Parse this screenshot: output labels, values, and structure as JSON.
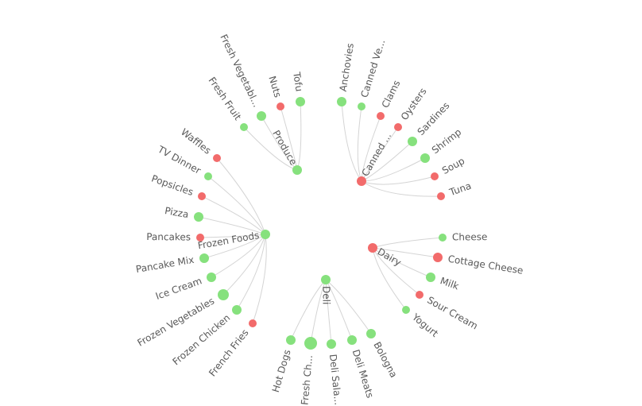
{
  "colors": {
    "green": "#86e17d",
    "red": "#f26b6b",
    "link": "#d4d4d4",
    "text": "#595959"
  },
  "groups": [
    {
      "name": "Produce",
      "status": "green",
      "children": [
        {
          "label": "Fresh Fruit",
          "status": "green"
        },
        {
          "label": "Fresh Vegetabl...",
          "status": "green"
        },
        {
          "label": "Nuts",
          "status": "red"
        },
        {
          "label": "Tofu",
          "status": "green"
        }
      ]
    },
    {
      "name": "Canned ...",
      "status": "red",
      "children": [
        {
          "label": "Anchovies",
          "status": "green"
        },
        {
          "label": "Canned Ve...",
          "status": "green"
        },
        {
          "label": "Clams",
          "status": "red"
        },
        {
          "label": "Oysters",
          "status": "red"
        },
        {
          "label": "Sardines",
          "status": "green"
        },
        {
          "label": "Shrimp",
          "status": "green"
        },
        {
          "label": "Soup",
          "status": "red"
        },
        {
          "label": "Tuna",
          "status": "red"
        }
      ]
    },
    {
      "name": "Dairy",
      "status": "red",
      "children": [
        {
          "label": "Cheese",
          "status": "green"
        },
        {
          "label": "Cottage Cheese",
          "status": "red"
        },
        {
          "label": "Milk",
          "status": "green"
        },
        {
          "label": "Sour Cream",
          "status": "red"
        },
        {
          "label": "Yogurt",
          "status": "green"
        }
      ]
    },
    {
      "name": "Deli",
      "status": "green",
      "children": [
        {
          "label": "Hot Dogs",
          "status": "green"
        },
        {
          "label": "Fresh Ch...",
          "status": "green"
        },
        {
          "label": "Deli Sala...",
          "status": "green"
        },
        {
          "label": "Deli Meats",
          "status": "green"
        },
        {
          "label": "Bologna",
          "status": "green"
        }
      ]
    },
    {
      "name": "Frozen Foods",
      "status": "green",
      "children": [
        {
          "label": "Waffles",
          "status": "red"
        },
        {
          "label": "TV Dinner",
          "status": "green"
        },
        {
          "label": "Popsicles",
          "status": "red"
        },
        {
          "label": "Pizza",
          "status": "green"
        },
        {
          "label": "Pancakes",
          "status": "red"
        },
        {
          "label": "Pancake Mix",
          "status": "green"
        },
        {
          "label": "Ice Cream",
          "status": "green"
        },
        {
          "label": "Frozen Vegetables",
          "status": "green"
        },
        {
          "label": "Frozen Chicken",
          "status": "green"
        },
        {
          "label": "French Fries",
          "status": "red"
        }
      ]
    }
  ]
}
